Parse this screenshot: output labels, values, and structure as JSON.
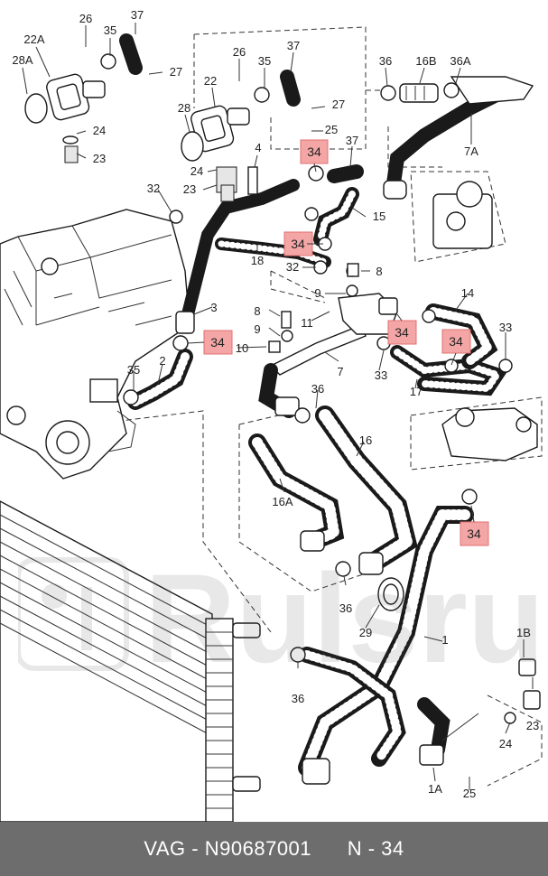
{
  "labels": {
    "l26a": "26",
    "l37a": "37",
    "l35a": "35",
    "l22A": "22A",
    "l28A": "28A",
    "l27a": "27",
    "l24a": "24",
    "l23a": "23",
    "l37b": "37",
    "l26b": "26",
    "l35b": "35",
    "l22": "22",
    "l27b": "27",
    "l28": "28",
    "l25": "25",
    "l4": "4",
    "l24b": "24",
    "l23b": "23",
    "l37c": "37",
    "l36a": "36",
    "l16B": "16B",
    "l36A": "36A",
    "l7A": "7A",
    "l32a": "32",
    "l15": "15",
    "l18": "18",
    "l32b": "32",
    "l8a": "8",
    "l9a": "9",
    "l14": "14",
    "l11": "11",
    "l3": "3",
    "l8b": "8",
    "l9b": "9",
    "l33a": "33",
    "l10": "10",
    "l7": "7",
    "l33b": "33",
    "l2": "2",
    "l35c": "35",
    "l36b": "36",
    "l17": "17",
    "l16": "16",
    "l16Ab": "16A",
    "l36c": "36",
    "l29": "29",
    "l1": "1",
    "l36d": "36",
    "l1B": "1B",
    "l23c": "23",
    "l24c": "24",
    "l1A": "1A",
    "l25b": "25"
  },
  "highlight_label": "34",
  "watermark_text": "Rulsru",
  "footer": {
    "brand": "VAG",
    "separator": "-",
    "part_number": "N90687001",
    "position": "N - 34"
  }
}
